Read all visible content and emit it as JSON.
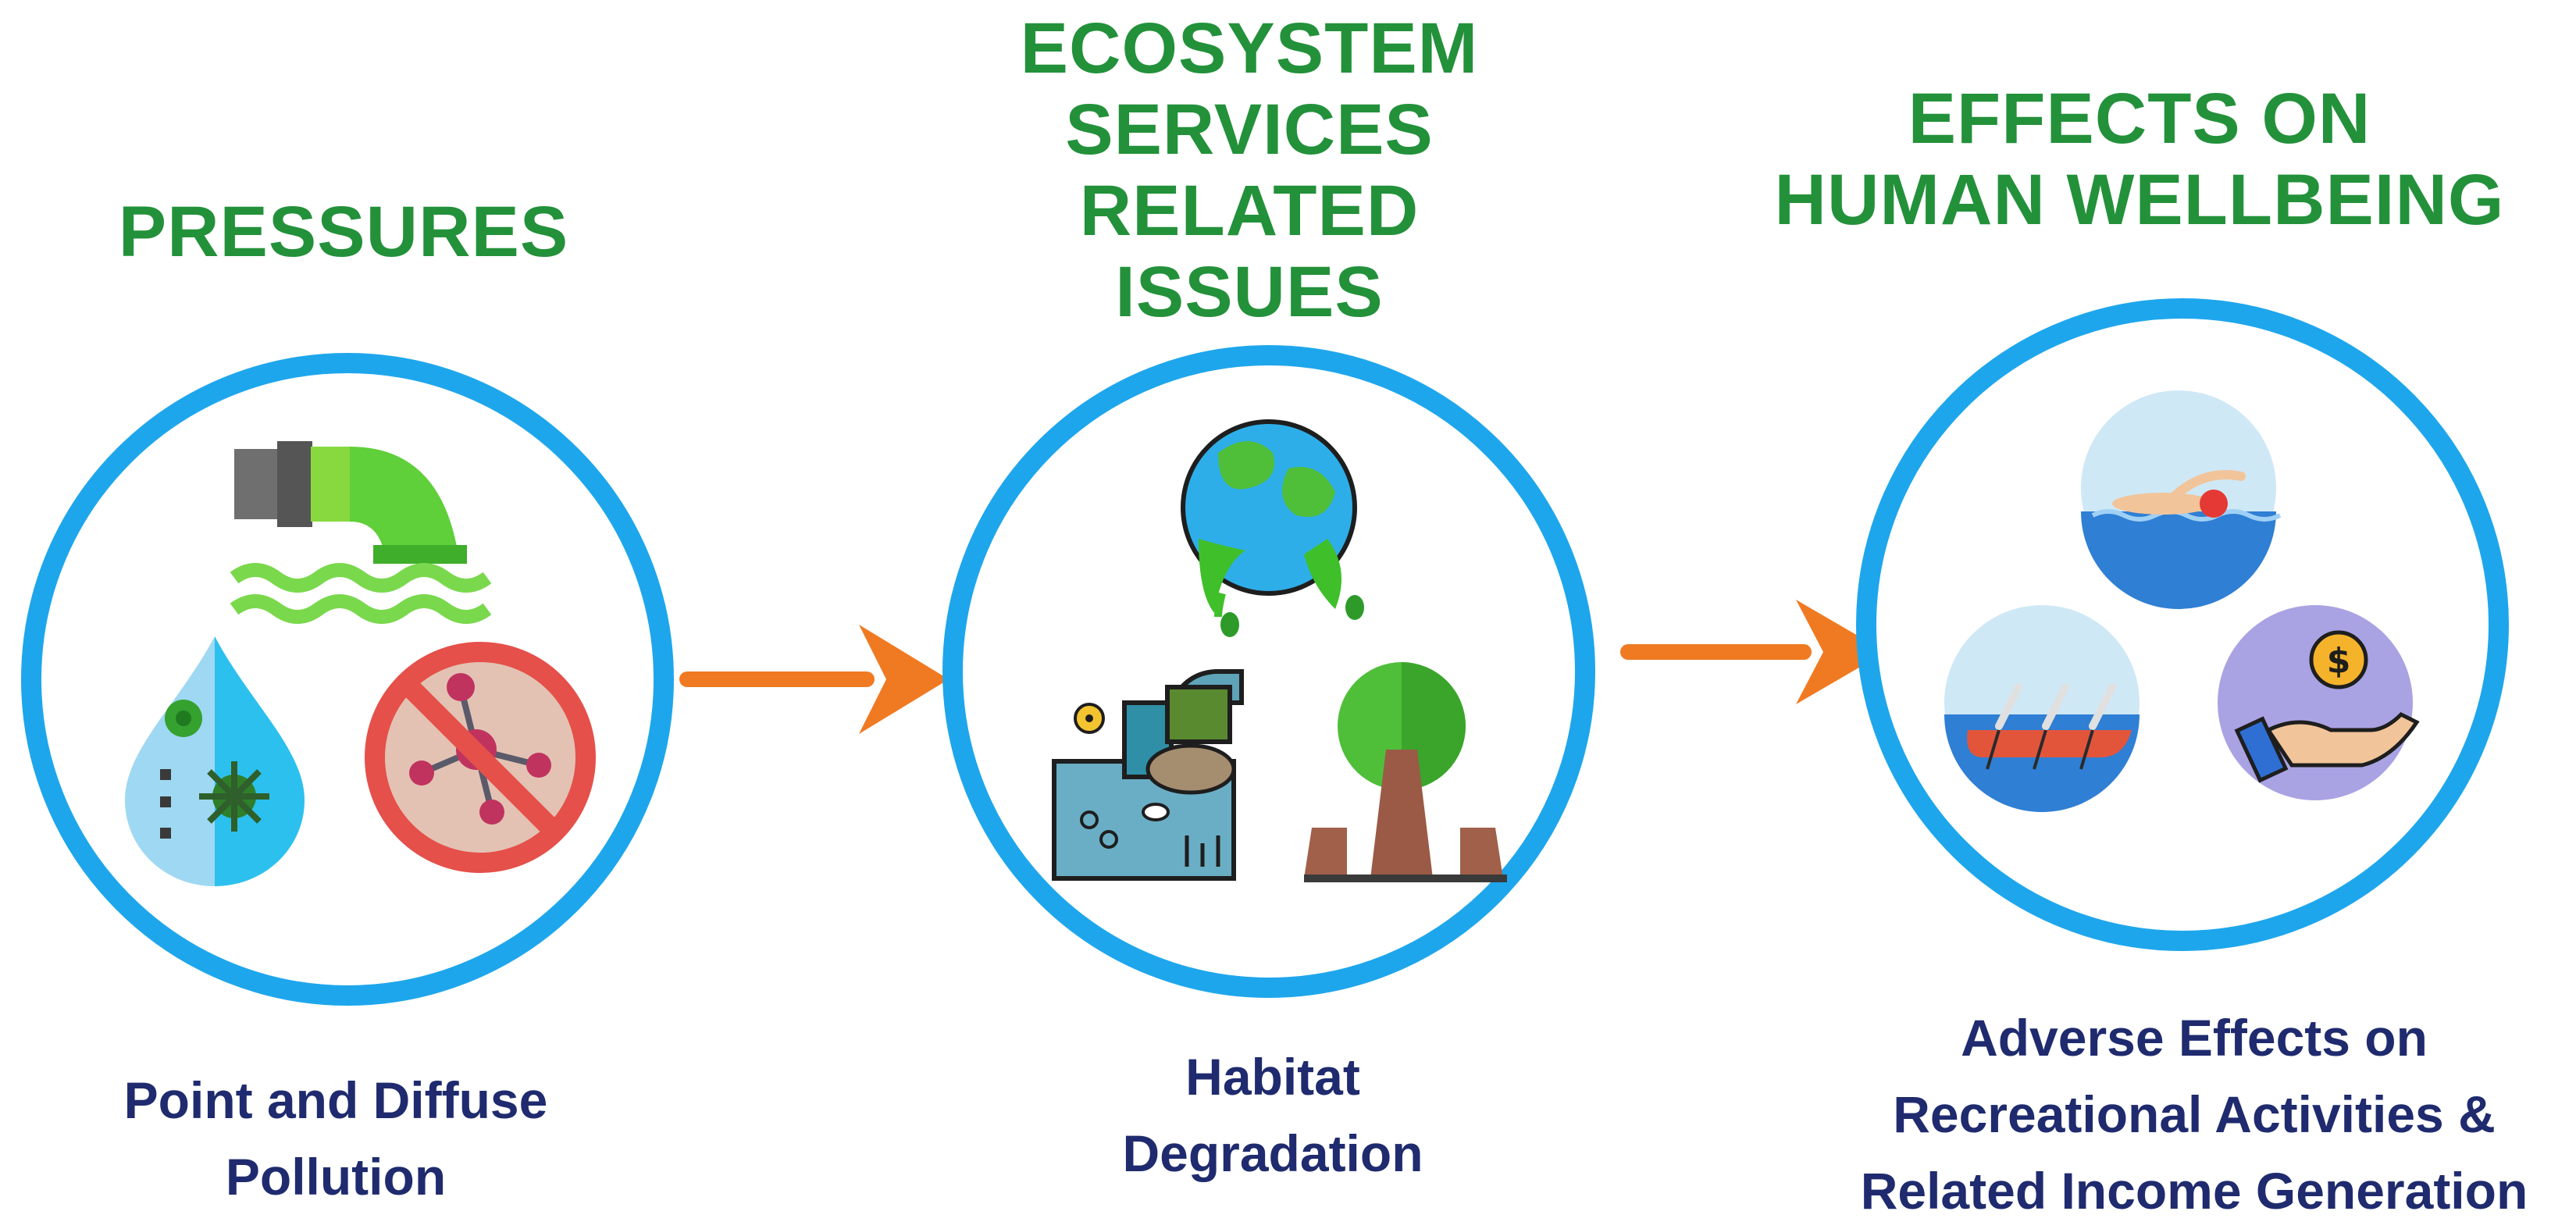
{
  "stages": [
    {
      "title": "PRESSURES",
      "caption": "Point and Diffuse\nPollution",
      "icons": [
        "sewage-pipe-icon",
        "contaminated-water-drop-icon",
        "no-chemicals-icon"
      ]
    },
    {
      "title": "ECOSYSTEM\nSERVICES RELATED\nISSUES",
      "caption": "Habitat\nDegradation",
      "icons": [
        "melting-earth-icon",
        "industrial-waste-water-icon",
        "deforestation-tree-icon"
      ]
    },
    {
      "title": "EFFECTS ON\nHUMAN WELLBEING",
      "caption": "Adverse Effects on\nRecreational Activities &\nRelated Income Generation",
      "icons": [
        "swimmer-icon",
        "rowing-boat-icon",
        "income-hand-coin-icon"
      ]
    }
  ],
  "colors": {
    "title": "#23913a",
    "caption": "#1f2b6e",
    "circle": "#1ea6ec",
    "arrow": "#f07a22"
  }
}
